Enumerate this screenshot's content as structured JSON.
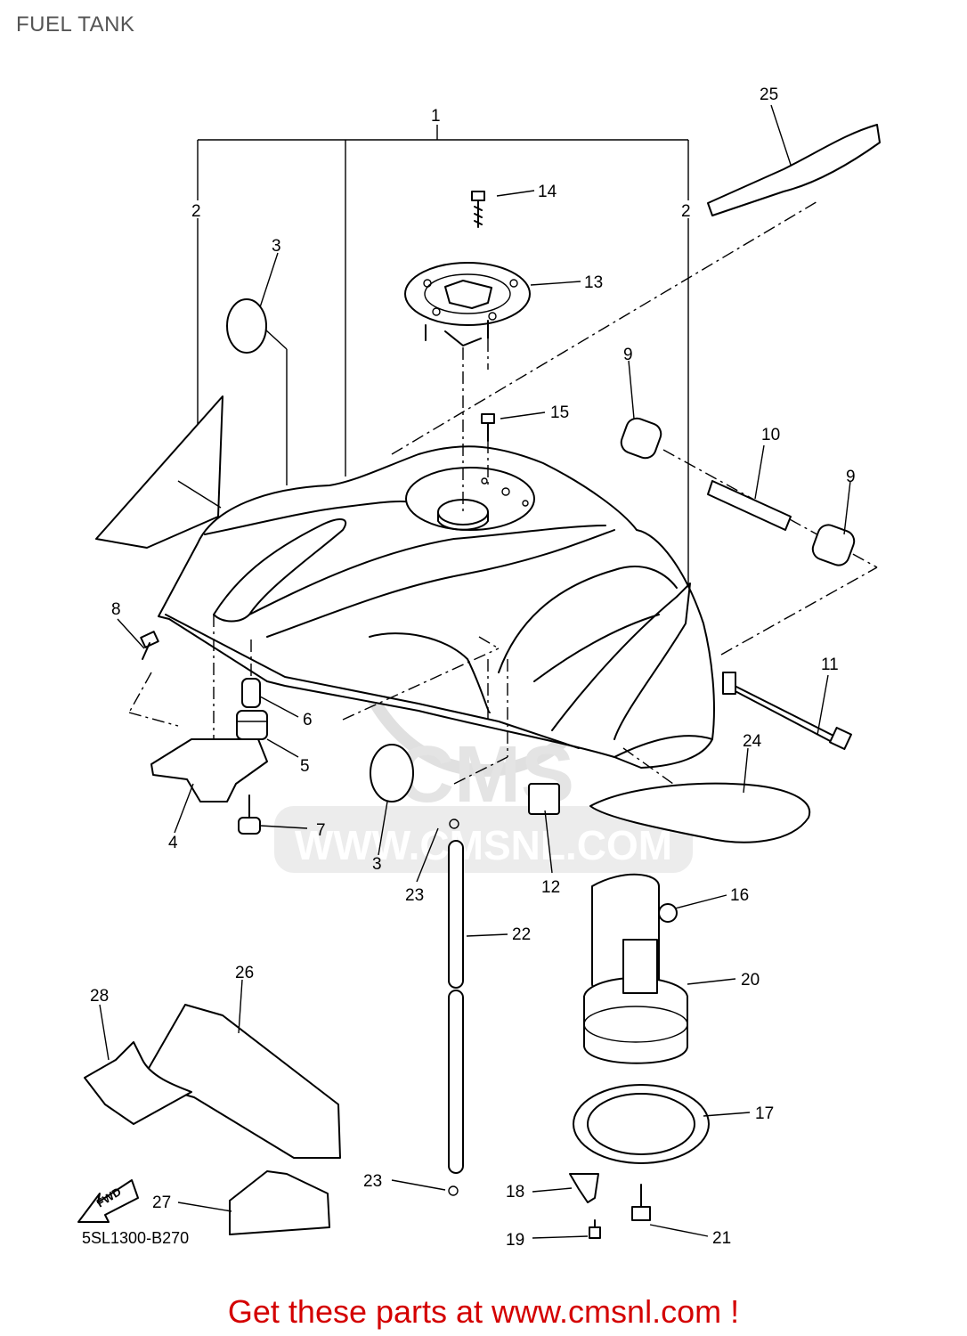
{
  "title": "FUEL TANK",
  "reference_code": "5SL1300-B270",
  "fwd_label": "FWD",
  "watermark": {
    "brand": "CMS",
    "url": "WWW.CMSNL.COM"
  },
  "promo_text": "Get these parts at www.cmsnl.com !",
  "callouts": [
    "1",
    "2",
    "2",
    "3",
    "3",
    "4",
    "5",
    "6",
    "7",
    "8",
    "9",
    "9",
    "10",
    "11",
    "12",
    "13",
    "14",
    "15",
    "16",
    "17",
    "18",
    "19",
    "20",
    "21",
    "22",
    "23",
    "23",
    "24",
    "25",
    "26",
    "27",
    "28"
  ],
  "colors": {
    "promo": "#d40000",
    "title": "#555555",
    "watermark": "#e4e4e4"
  }
}
